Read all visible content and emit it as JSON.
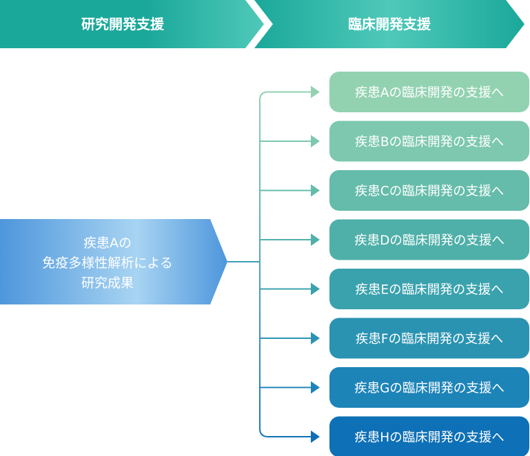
{
  "header": {
    "stage1_label": "研究開発支援",
    "stage2_label": "臨床開発支援"
  },
  "source": {
    "lines": [
      "疾患Aの",
      "免疫多様性解析による",
      "研究成果"
    ]
  },
  "targets": [
    {
      "label": "疾患Aの臨床開発の支援へ",
      "color": "#92d2b0"
    },
    {
      "label": "疾患Bの臨床開発の支援へ",
      "color": "#7dc8ae"
    },
    {
      "label": "疾患Cの臨床開発の支援へ",
      "color": "#65bcaa"
    },
    {
      "label": "疾患Dの臨床開発の支援へ",
      "color": "#4fb0a9"
    },
    {
      "label": "疾患Eの臨床開発の支援へ",
      "color": "#3aa2ad"
    },
    {
      "label": "疾患Fの臨床開発の支援へ",
      "color": "#2b93b2"
    },
    {
      "label": "疾患Gの臨床開発の支援へ",
      "color": "#1d84b8"
    },
    {
      "label": "疾患Hの臨床開発の支援へ",
      "color": "#0e70b6"
    }
  ],
  "colors": {
    "header_start": "#1aa89a",
    "header_mid": "#4fc9b9",
    "source_start": "#4e96dc",
    "source_mid": "#a8d4f2",
    "connector_top": "#8fd4b0",
    "connector_bottom": "#1677b8"
  }
}
